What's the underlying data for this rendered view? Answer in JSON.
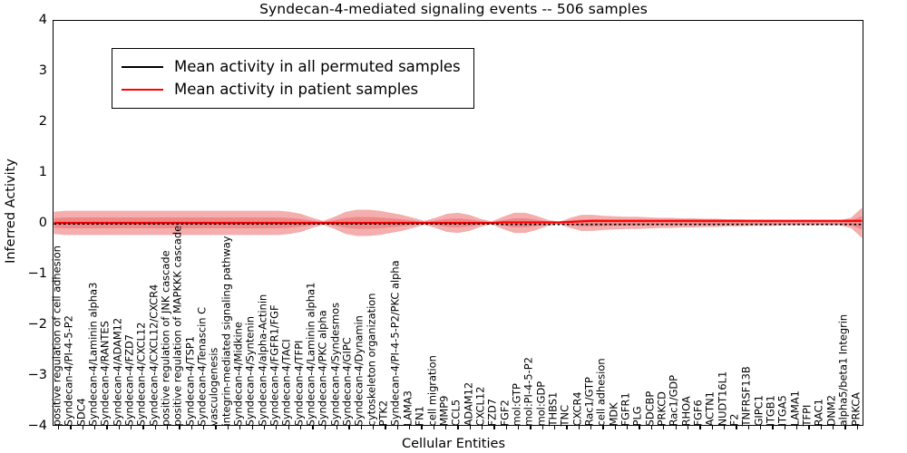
{
  "chart_data": {
    "type": "line",
    "title": "Syndecan-4-mediated signaling events -- 506 samples",
    "xlabel": "Cellular Entities",
    "ylabel": "Inferred Activity",
    "ylim": [
      -4,
      4
    ],
    "yticks": [
      -4,
      -3,
      -2,
      -1,
      0,
      1,
      2,
      3,
      4
    ],
    "grid": false,
    "legend_position": "upper left",
    "n_samples": 506,
    "colors": {
      "permuted_line": "#000000",
      "patient_line": "#ff0000",
      "band_fill": "#f5a3a3",
      "band_fill_inner": "#ef8080",
      "axis": "#000000",
      "background": "#ffffff"
    },
    "series": [
      {
        "name": "Mean activity in all permuted samples",
        "color": "#000000",
        "style": "dotted",
        "values": [
          -0.02,
          -0.02,
          -0.02,
          -0.02,
          -0.02,
          -0.02,
          -0.02,
          -0.02,
          -0.02,
          -0.02,
          -0.02,
          -0.02,
          -0.02,
          -0.02,
          -0.02,
          -0.02,
          -0.02,
          -0.02,
          -0.02,
          -0.02,
          -0.02,
          -0.02,
          -0.02,
          -0.02,
          -0.02,
          -0.02,
          -0.02,
          -0.02,
          -0.02,
          -0.02,
          -0.02,
          -0.02,
          -0.02,
          -0.02,
          -0.02,
          -0.02,
          -0.02,
          -0.02,
          -0.02,
          -0.02,
          -0.03,
          -0.03,
          -0.03,
          -0.03,
          -0.03,
          -0.03,
          -0.03,
          -0.03,
          -0.03,
          -0.03,
          -0.03,
          -0.03,
          -0.03,
          -0.03,
          -0.03,
          -0.03,
          -0.03,
          -0.03,
          -0.03,
          -0.03,
          -0.03,
          -0.03,
          -0.03,
          -0.03,
          -0.03,
          -0.03,
          -0.03,
          -0.03,
          -0.03,
          -0.03,
          -0.03,
          -0.03,
          -0.03
        ]
      },
      {
        "name": "Mean activity in patient samples",
        "color": "#ff0000",
        "style": "solid",
        "values": [
          0.0,
          0.0,
          0.0,
          0.0,
          0.0,
          0.0,
          0.0,
          0.0,
          0.0,
          0.0,
          0.0,
          0.0,
          0.0,
          0.0,
          0.0,
          0.0,
          0.0,
          0.0,
          0.0,
          0.0,
          0.0,
          0.0,
          0.0,
          0.0,
          0.0,
          0.0,
          0.0,
          0.0,
          0.0,
          0.0,
          0.0,
          0.0,
          0.0,
          0.0,
          0.0,
          0.0,
          0.0,
          0.0,
          0.0,
          0.0,
          0.01,
          0.01,
          0.01,
          0.01,
          0.01,
          0.01,
          0.02,
          0.03,
          0.04,
          0.04,
          0.04,
          0.04,
          0.04,
          0.04,
          0.04,
          0.04,
          0.04,
          0.04,
          0.04,
          0.04,
          0.04,
          0.04,
          0.04,
          0.04,
          0.04,
          0.04,
          0.04,
          0.04,
          0.04,
          0.04,
          0.04,
          0.04,
          0.04
        ]
      }
    ],
    "band": {
      "name": "spread of permuted samples",
      "upper": [
        0.22,
        0.24,
        0.24,
        0.24,
        0.24,
        0.24,
        0.24,
        0.24,
        0.24,
        0.24,
        0.24,
        0.24,
        0.24,
        0.24,
        0.24,
        0.24,
        0.24,
        0.24,
        0.24,
        0.24,
        0.24,
        0.22,
        0.18,
        0.1,
        0.04,
        0.12,
        0.22,
        0.26,
        0.26,
        0.24,
        0.2,
        0.16,
        0.1,
        0.04,
        0.1,
        0.18,
        0.2,
        0.16,
        0.08,
        0.03,
        0.12,
        0.2,
        0.2,
        0.14,
        0.06,
        0.02,
        0.1,
        0.16,
        0.16,
        0.14,
        0.13,
        0.12,
        0.12,
        0.11,
        0.1,
        0.1,
        0.09,
        0.09,
        0.08,
        0.08,
        0.07,
        0.07,
        0.06,
        0.06,
        0.06,
        0.05,
        0.05,
        0.05,
        0.05,
        0.05,
        0.05,
        0.1,
        0.3
      ],
      "lower": [
        -0.22,
        -0.24,
        -0.24,
        -0.24,
        -0.24,
        -0.24,
        -0.24,
        -0.24,
        -0.24,
        -0.24,
        -0.24,
        -0.24,
        -0.24,
        -0.24,
        -0.24,
        -0.24,
        -0.24,
        -0.24,
        -0.24,
        -0.24,
        -0.24,
        -0.22,
        -0.18,
        -0.1,
        -0.04,
        -0.12,
        -0.22,
        -0.26,
        -0.26,
        -0.24,
        -0.2,
        -0.16,
        -0.1,
        -0.04,
        -0.1,
        -0.18,
        -0.2,
        -0.16,
        -0.08,
        -0.03,
        -0.12,
        -0.2,
        -0.2,
        -0.14,
        -0.06,
        -0.02,
        -0.1,
        -0.16,
        -0.16,
        -0.14,
        -0.13,
        -0.12,
        -0.12,
        -0.11,
        -0.1,
        -0.1,
        -0.09,
        -0.09,
        -0.08,
        -0.08,
        -0.07,
        -0.07,
        -0.06,
        -0.06,
        -0.06,
        -0.05,
        -0.05,
        -0.05,
        -0.05,
        -0.05,
        -0.05,
        -0.1,
        -0.3
      ]
    },
    "categories": [
      "positive regulation of cell adhesion",
      "Syndecan-4/PI-4-5-P2",
      "SDC4",
      "Syndecan-4/Laminin alpha3",
      "Syndecan-4/RANTES",
      "Syndecan-4/ADAM12",
      "Syndecan-4/FZD7",
      "Syndecan-4/CXCL12",
      "Syndecan-4/CXCL12/CXCR4",
      "positive regulation of JNK cascade",
      "positive regulation of MAPKKK cascade",
      "Syndecan-4/TSP1",
      "Syndecan-4/Tenascin C",
      "vasculogenesis",
      "integrin-mediated signaling pathway",
      "Syndecan-4/Midkine",
      "Syndecan-4/Syntenin",
      "Syndecan-4/alpha-Actinin",
      "Syndecan-4/FGFR1/FGF",
      "Syndecan-4/TACI",
      "Syndecan-4/TFPI",
      "Syndecan-4/Laminin alpha1",
      "Syndecan-4/PKC alpha",
      "Syndecan-4/Syndesmos",
      "Syndecan-4/GIPC",
      "Syndecan-4/Dynamin",
      "cytoskeleton organization",
      "PTK2",
      "Syndecan-4/PI-4-5-P2/PKC alpha",
      "LAMA3",
      "FN1",
      "cell migration",
      "MMP9",
      "CCL5",
      "ADAM12",
      "CXCL12",
      "FZD7",
      "FGF2",
      "mol:GTP",
      "mol:PI-4-5-P2",
      "mol:GDP",
      "THBS1",
      "TNC",
      "CXCR4",
      "Rac1/GTP",
      "cell adhesion",
      "MDK",
      "FGFR1",
      "PLG",
      "SDCBP",
      "PRKCD",
      "Rac1/GDP",
      "RHOA",
      "FGF6",
      "ACTN1",
      "NUDT16L1",
      "F2",
      "TNFRSF13B",
      "GIPC1",
      "ITGB1",
      "ITGA5",
      "LAMA1",
      "TFPI",
      "RAC1",
      "DNM2",
      "alpha5/beta1 Integrin",
      "PRKCA"
    ]
  },
  "legend": {
    "items": [
      {
        "label": "Mean activity in all permuted samples",
        "color": "#000000"
      },
      {
        "label": "Mean activity in patient samples",
        "color": "#ff0000"
      }
    ]
  }
}
